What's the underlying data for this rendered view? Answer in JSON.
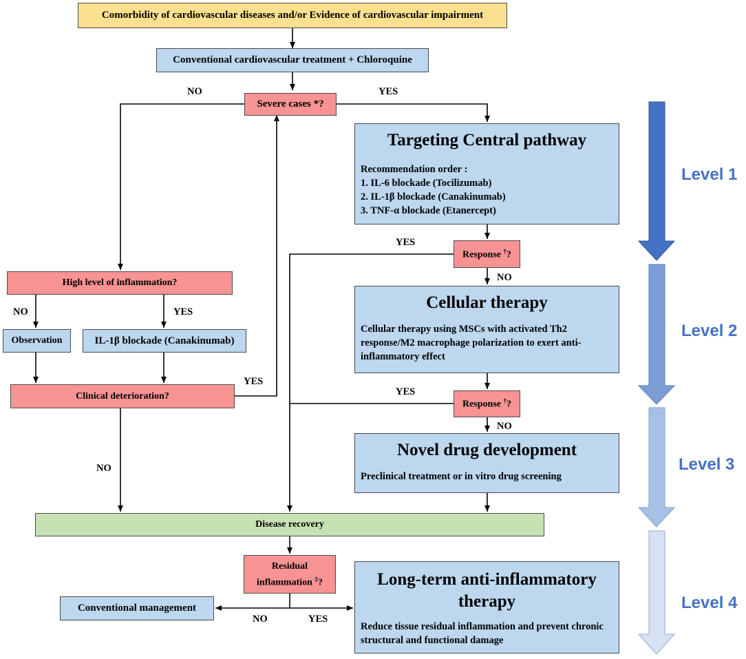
{
  "boxes": {
    "comorbidity": "Comorbidity of cardiovascular diseases and/or Evidence of cardiovascular impairment",
    "conventional_treatment": "Conventional cardiovascular treatment + Chloroquine",
    "severe_cases": "Severe cases *?",
    "central_pathway": {
      "title": "Targeting Central pathway",
      "order_label": "Recommendation order :",
      "items": [
        "1. IL-6 blockade (Tocilizumab)",
        "2. IL-1β blockade (Canakinumab)",
        "3. TNF-α blockade (Etanercept)"
      ]
    },
    "response_1": "Response",
    "response_2": "Response",
    "response_mark": "†",
    "response_q": "?",
    "high_inflammation": "High level of inflammation?",
    "observation": "Observation",
    "il1b_blockade": "IL-1β blockade (Canakinumab)",
    "cellular_therapy": {
      "title": "Cellular therapy",
      "body": "Cellular therapy using MSCs with activated Th2 response/M2 macrophage polarization to exert anti-inflammatory effect"
    },
    "clinical_deterioration": "Clinical deterioration?",
    "novel_drug": {
      "title": "Novel drug development",
      "body": "Preclinical treatment or in vitro drug screening"
    },
    "disease_recovery": "Disease recovery",
    "residual_inflammation": {
      "line1": "Residual",
      "line2": "inflammation",
      "mark": "‡",
      "q": "?"
    },
    "conventional_management": "Conventional management",
    "long_term": {
      "title": "Long-term anti-inflammatory therapy",
      "body": "Reduce tissue residual inflammation and prevent chronic structural and functional damage"
    }
  },
  "edge_labels": {
    "no": "NO",
    "yes": "YES"
  },
  "levels": [
    "Level 1",
    "Level 2",
    "Level 3",
    "Level 4"
  ],
  "colors": {
    "yellow": "#fbe08f",
    "blue": "#bcd7ee",
    "red": "#f79393",
    "green": "#c6e2b3",
    "level_text": "#4472c4",
    "level_arrows": [
      "#4472c4",
      "#7a9dd6",
      "#a8c0e4",
      "#d6e1f3"
    ]
  }
}
